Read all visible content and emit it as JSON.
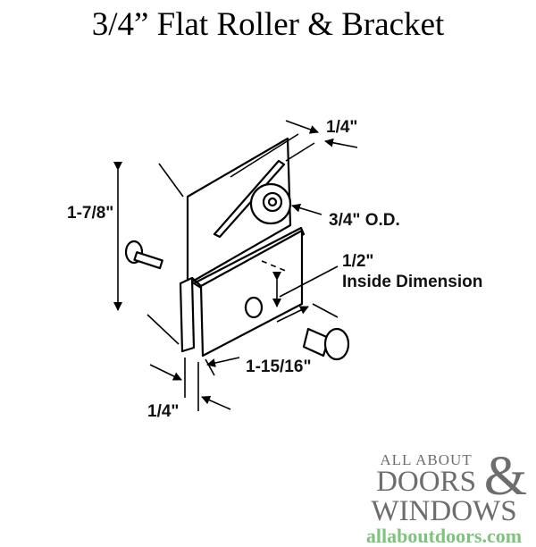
{
  "title": "3/4” Flat Roller & Bracket",
  "labels": {
    "slot_width": "1/4\"",
    "roller_od": "3/4\" O.D.",
    "inside_dim_value": "1/2\"",
    "inside_dim_text": "Inside Dimension",
    "height": "1-7/8\"",
    "width": "1-15/16\"",
    "lip": "1/4\""
  },
  "logo": {
    "line1": "ALL ABOUT",
    "line2": "DOORS",
    "ampersand": "&",
    "line3": "WINDOWS",
    "url": "allaboutdoors.com",
    "gray": "#6d6d6d",
    "green": "#7cc47a"
  }
}
